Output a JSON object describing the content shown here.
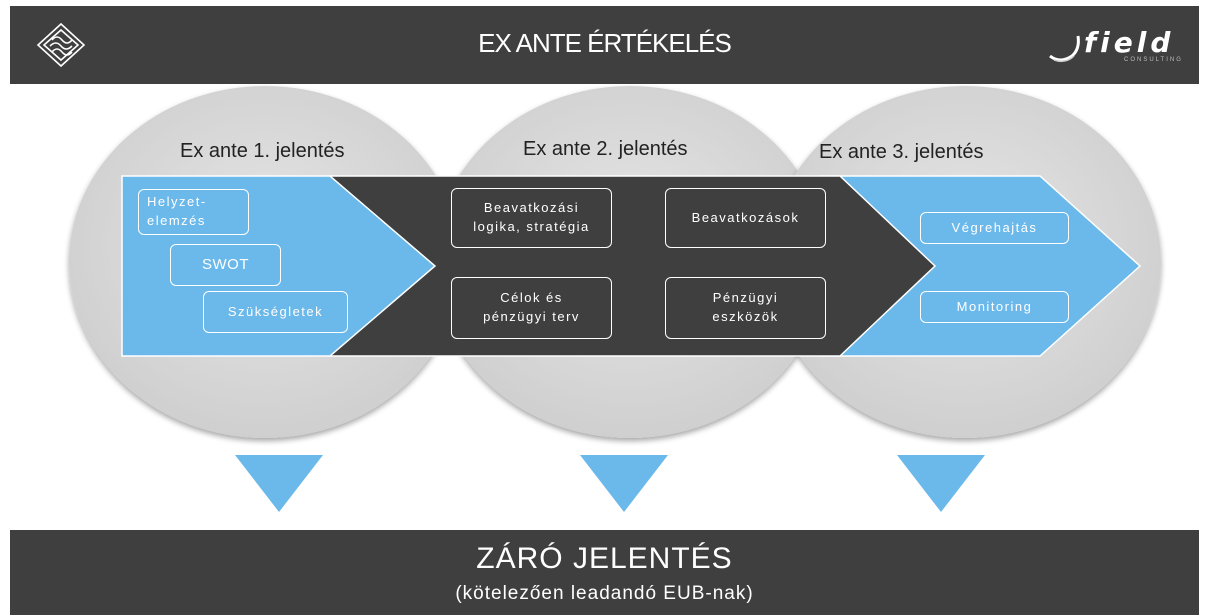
{
  "header": {
    "title": "EX ANTE ÉRTÉKELÉS",
    "left_logo_icon": "knot-emblem-icon",
    "right_logo": {
      "brand": "field",
      "tagline": "CONSULTING"
    }
  },
  "stages": [
    {
      "label": "Ex ante 1. jelentés"
    },
    {
      "label": "Ex ante 2.  jelentés"
    },
    {
      "label": "Ex ante 3. jelentés"
    }
  ],
  "boxes": {
    "stage1": [
      "Helyzet-\nelemzés",
      "SWOT",
      "Szükségletek"
    ],
    "stage2": [
      "Beavatkozási\nlogika, stratégia",
      "Beavatkozások",
      "Célok és\npénzügyi terv",
      "Pénzügyi\neszközök"
    ],
    "stage3": [
      "Végrehajtás",
      "Monitoring"
    ]
  },
  "footer": {
    "title": "ZÁRÓ JELENTÉS",
    "subtitle": "(kötelezően leadandó EUB-nak)"
  },
  "colors": {
    "dark": "#3f3f3f",
    "blue": "#6bb8ea",
    "circle": "#d9d9d9",
    "white": "#ffffff"
  }
}
